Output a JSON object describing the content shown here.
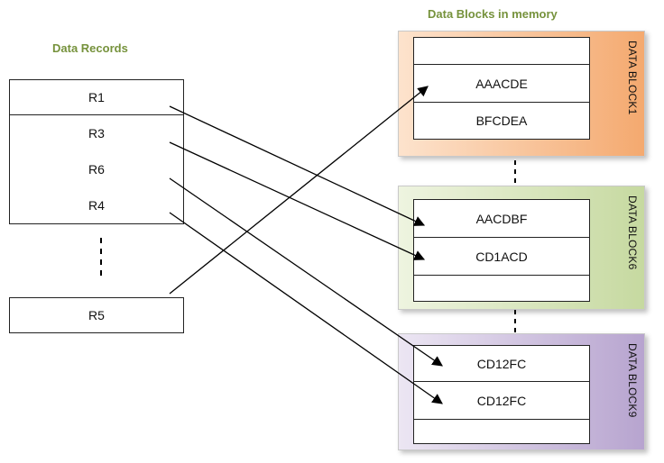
{
  "titles": {
    "records": "Data Records",
    "blocks": "Data Blocks in memory"
  },
  "records": [
    "R1",
    "R3",
    "R6",
    "R4",
    "R5"
  ],
  "blocks": [
    {
      "label": "DATA BLOCK1",
      "cells": [
        "",
        "AAACDE",
        "BFCDEA"
      ],
      "color": "#f5b788"
    },
    {
      "label": "DATA BLOCK6",
      "cells": [
        "AACDBF",
        "CD1ACD",
        ""
      ],
      "color": "#d7e4bd"
    },
    {
      "label": "DATA BLOCK9",
      "cells": [
        "CD12FC",
        "CD12FC",
        ""
      ],
      "color": "#c9bad9"
    }
  ]
}
